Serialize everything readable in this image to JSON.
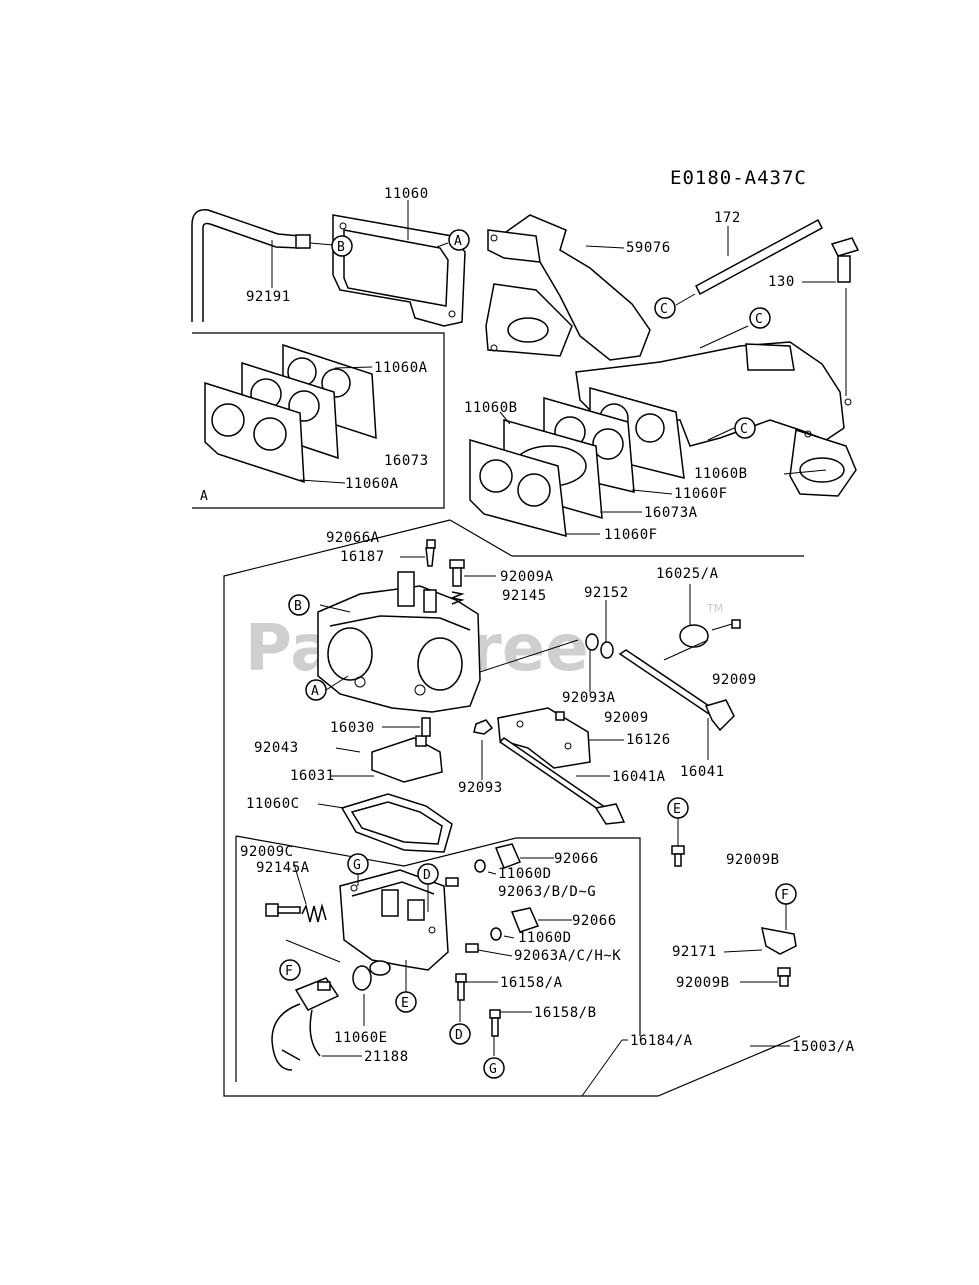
{
  "diagram_code": "E0180-A437C",
  "watermark": {
    "text": "PartsTree",
    "tm": "TM"
  },
  "section_label": "A",
  "part_numbers": {
    "p11060": "11060",
    "p92191": "92191",
    "p59076": "59076",
    "p172": "172",
    "p130": "130",
    "p11060A_top": "11060A",
    "p16073": "16073",
    "p11060A_bot": "11060A",
    "p11060B_left": "11060B",
    "p11060B_right": "11060B",
    "p11060F_top": "11060F",
    "p16073A": "16073A",
    "p11060F_bot": "11060F",
    "p92066A": "92066A",
    "p16187": "16187",
    "p92009A": "92009A",
    "p92145": "92145",
    "p92152": "92152",
    "p16025A": "16025/A",
    "p92093A": "92093A",
    "p92009_a": "92009",
    "p92009_b": "92009",
    "p16126": "16126",
    "p16030": "16030",
    "p92043": "92043",
    "p16031": "16031",
    "p92093": "92093",
    "p16041A": "16041A",
    "p16041": "16041",
    "p11060C": "11060C",
    "p92009C": "92009C",
    "p92145A": "92145A",
    "p92066_a": "92066",
    "p11060D_a": "11060D",
    "p92063BDG": "92063/B/D~G",
    "p92066_b": "92066",
    "p11060D_b": "11060D",
    "p92063ACHK": "92063A/C/H~K",
    "p92009B_a": "92009B",
    "p92171": "92171",
    "p92009B_b": "92009B",
    "p16158A": "16158/A",
    "p16158B": "16158/B",
    "p11060E": "11060E",
    "p21188": "21188",
    "p16184A": "16184/A",
    "p15003A": "15003/A"
  },
  "reference_markers": {
    "b1": "B",
    "a1": "A",
    "c1": "C",
    "c2": "C",
    "c3": "C",
    "b2": "B",
    "a2": "A",
    "e1": "E",
    "g1": "G",
    "d1": "D",
    "f1": "F",
    "f2": "F",
    "e2": "E",
    "d2": "D",
    "g2": "G"
  }
}
